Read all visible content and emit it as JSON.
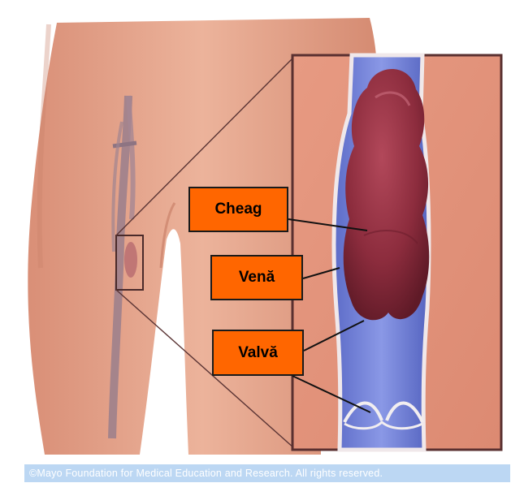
{
  "labels": {
    "cheag": "Cheag",
    "vena": "Venă",
    "valva": "Valvă"
  },
  "footer": {
    "copyright": "©Mayo Foundation for Medical Education and Research.  All rights reserved."
  },
  "colors": {
    "label_fill": "#ff6600",
    "skin": "#e9a98f",
    "vein": "#6f7fd6",
    "clot": "#8e2f3e",
    "footer_band": "#bcd7f3"
  }
}
